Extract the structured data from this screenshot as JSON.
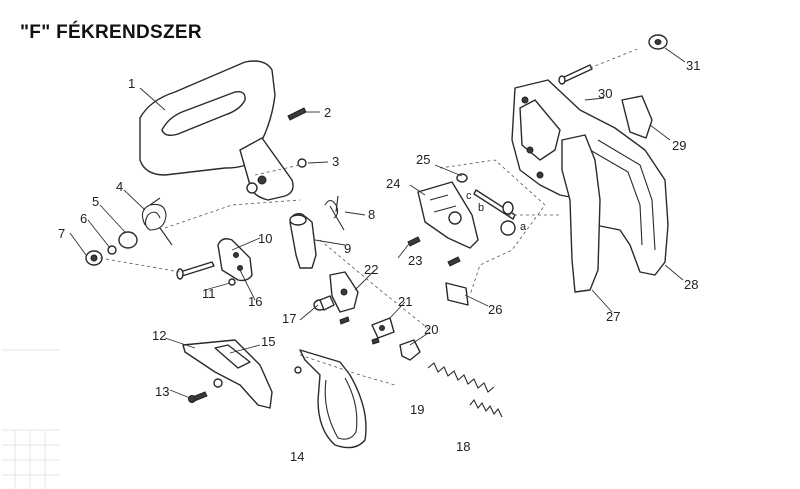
{
  "title": "\"F\" FÉKRENDSZER",
  "callouts": [
    "1",
    "2",
    "3",
    "4",
    "5",
    "6",
    "7",
    "8",
    "9",
    "10",
    "11",
    "12",
    "13",
    "14",
    "15",
    "16",
    "17",
    "18",
    "19",
    "20",
    "21",
    "22",
    "23",
    "24",
    "25",
    "26",
    "27",
    "28",
    "29",
    "30",
    "31"
  ],
  "sub_letters": [
    "a",
    "b",
    "c"
  ]
}
